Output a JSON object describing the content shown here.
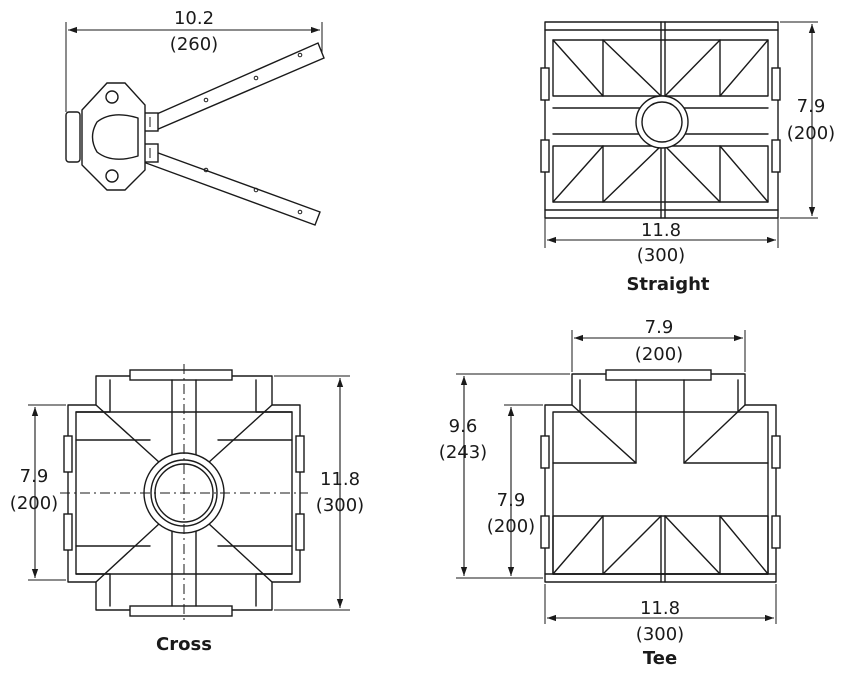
{
  "views": {
    "clamp": {
      "width_in": "10.2",
      "width_mm": "(260)"
    },
    "straight": {
      "caption": "Straight",
      "height_in": "7.9",
      "height_mm": "(200)",
      "width_in": "11.8",
      "width_mm": "(300)"
    },
    "cross": {
      "caption": "Cross",
      "inner_height_in": "7.9",
      "inner_height_mm": "(200)",
      "outer_height_in": "11.8",
      "outer_height_mm": "(300)"
    },
    "tee": {
      "caption": "Tee",
      "top_width_in": "7.9",
      "top_width_mm": "(200)",
      "outer_height_in": "9.6",
      "outer_height_mm": "(243)",
      "inner_height_in": "7.9",
      "inner_height_mm": "(200)",
      "width_in": "11.8",
      "width_mm": "(300)"
    }
  }
}
